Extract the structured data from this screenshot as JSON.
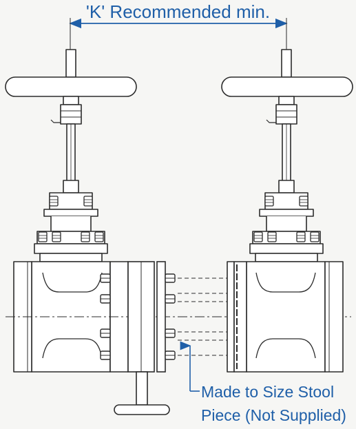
{
  "annotations": {
    "k_dimension": "'K' Recommended min.",
    "stool_piece_line1": "Made to Size Stool",
    "stool_piece_line2": "Piece (Not Supplied)"
  },
  "colors": {
    "annotation": "#1f5fa8",
    "linework": "#2b2b2b",
    "fill": "#ffffff",
    "background": "#f6f6f4"
  }
}
